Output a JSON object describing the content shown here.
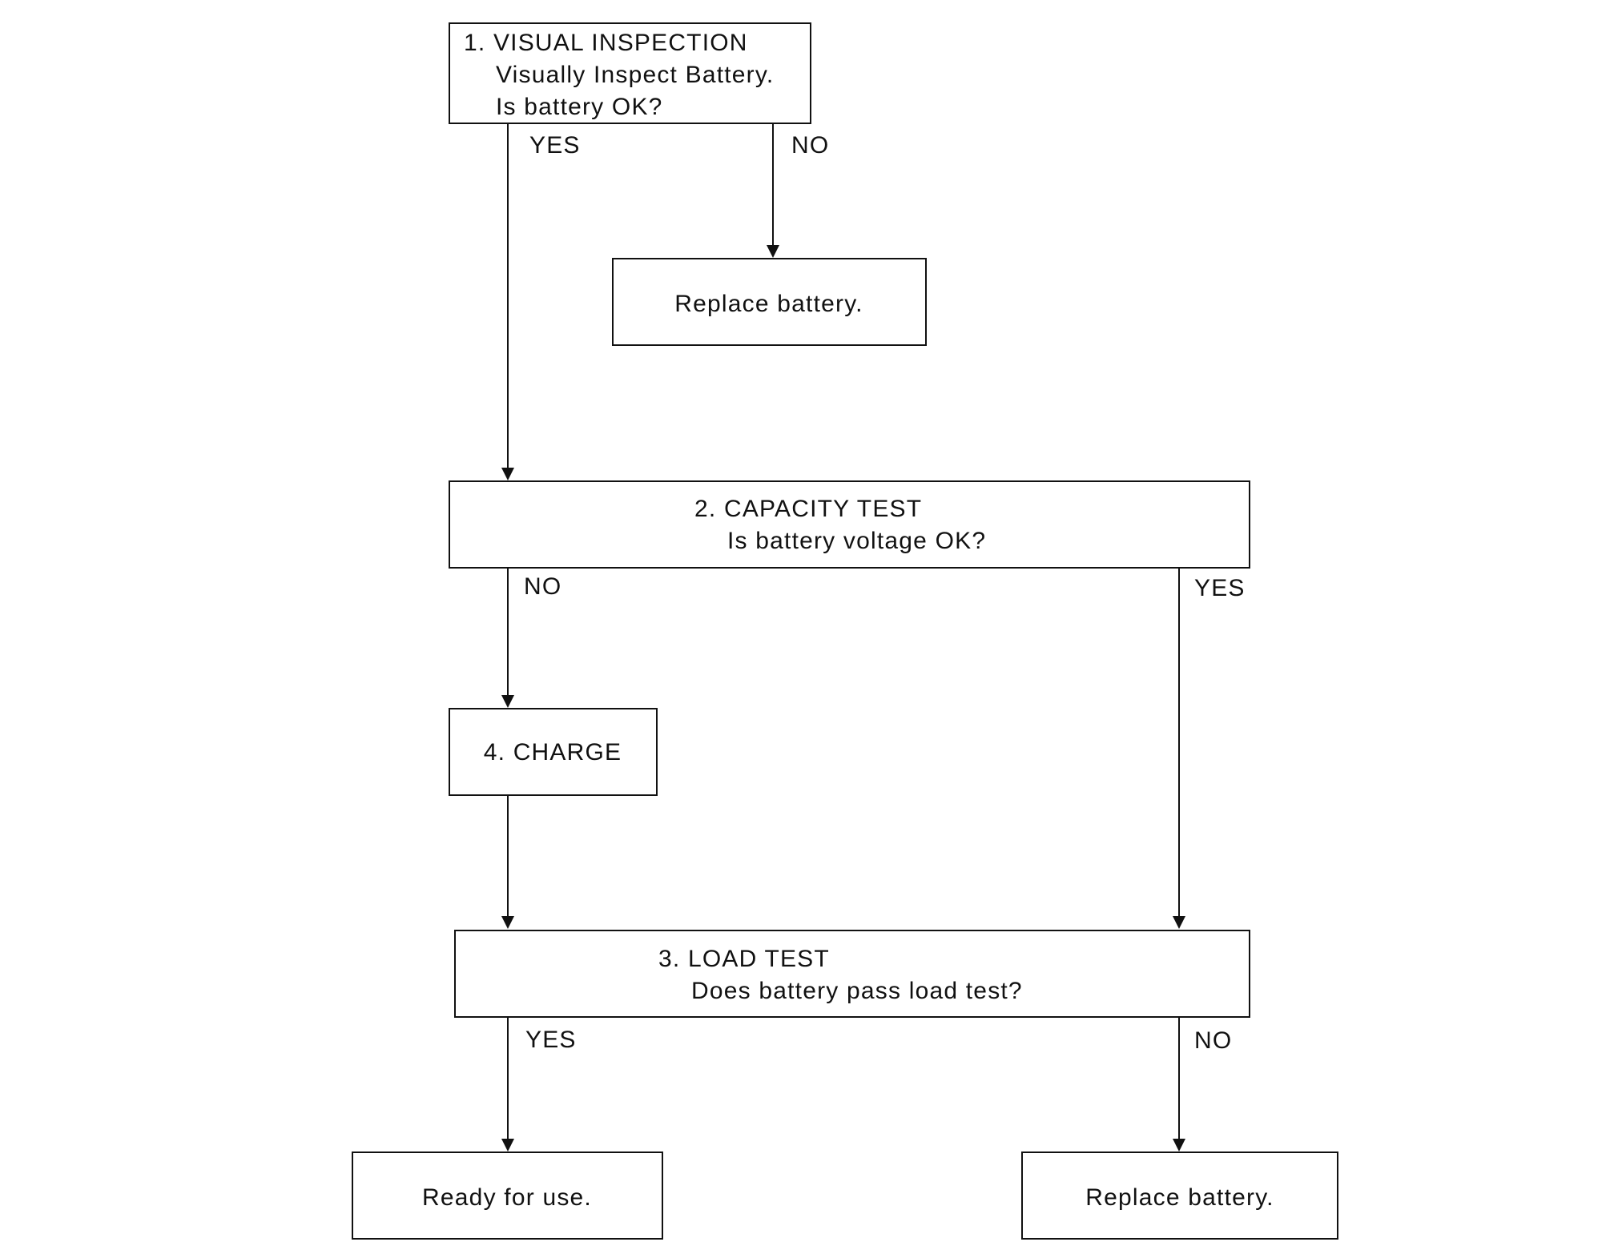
{
  "flowchart": {
    "step1": {
      "title": "1. VISUAL INSPECTION",
      "line2": "Visually Inspect Battery.",
      "line3": "Is battery OK?"
    },
    "step1_replace": "Replace battery.",
    "step2": {
      "title": "2. CAPACITY TEST",
      "line2": "Is battery voltage OK?"
    },
    "step4": {
      "title": "4. CHARGE"
    },
    "step3": {
      "title": "3. LOAD TEST",
      "line2": "Does battery pass load test?"
    },
    "ready": "Ready for use.",
    "step3_replace": "Replace battery.",
    "labels": {
      "s1_yes": "YES",
      "s1_no": "NO",
      "s2_no": "NO",
      "s2_yes": "YES",
      "s3_yes": "YES",
      "s3_no": "NO"
    }
  }
}
